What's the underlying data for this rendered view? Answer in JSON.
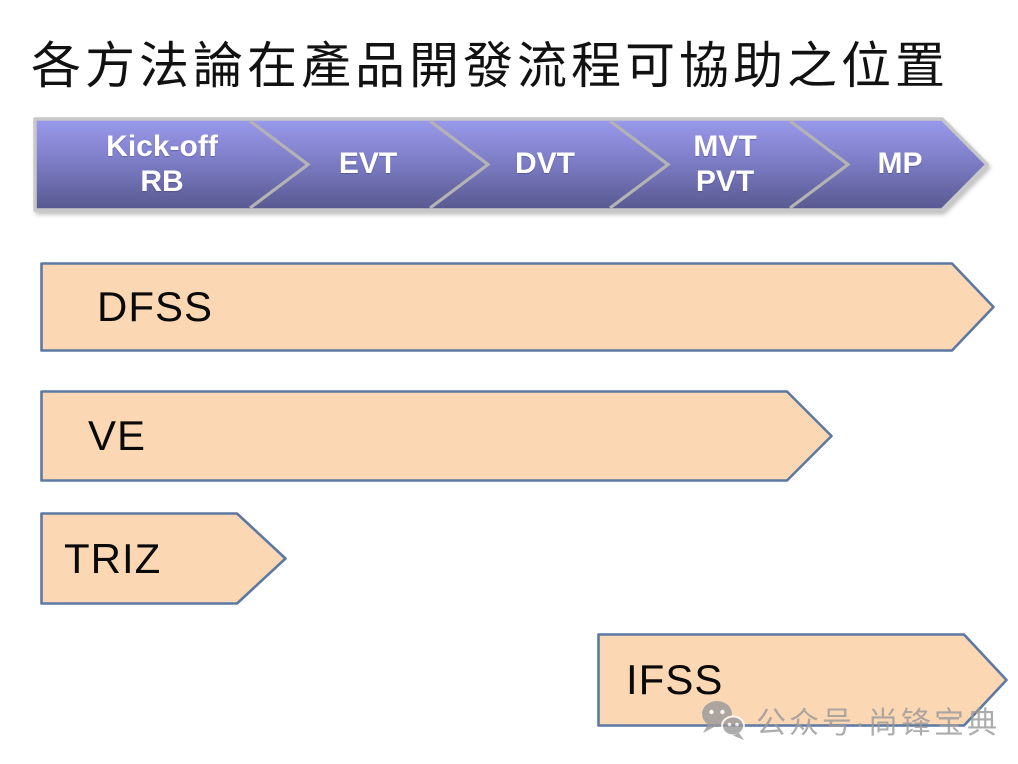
{
  "title": "各方法論在產品開發流程可協助之位置",
  "banner": {
    "description": "product development process phases",
    "stages": [
      {
        "line1": "Kick-off",
        "line2": "RB"
      },
      {
        "line1": "EVT",
        "line2": ""
      },
      {
        "line1": "DVT",
        "line2": ""
      },
      {
        "line1": "MVT",
        "line2": "PVT"
      },
      {
        "line1": "MP",
        "line2": ""
      }
    ],
    "gradient_top": "#9797ea",
    "gradient_bottom": "#585890",
    "border_color": "#c8c8c8",
    "separator_color": "#b3b3b3",
    "text_color": "#ffffff"
  },
  "bars": [
    {
      "label": "DFSS",
      "covers": "Kick-off RB through MP (full process)"
    },
    {
      "label": "VE",
      "covers": "Kick-off RB through MVT/PVT"
    },
    {
      "label": "TRIZ",
      "covers": "Kick-off RB only"
    },
    {
      "label": "IFSS",
      "covers": "late DVT through MP"
    }
  ],
  "bar_style": {
    "fill_color": "#fcd7b3",
    "border_color": "#5b79a3",
    "text_color": "#0a0a0a"
  },
  "watermark": {
    "icon": "wechat-icon",
    "text": "公众号·尚锋宝典",
    "color": "#9b9b9b"
  }
}
